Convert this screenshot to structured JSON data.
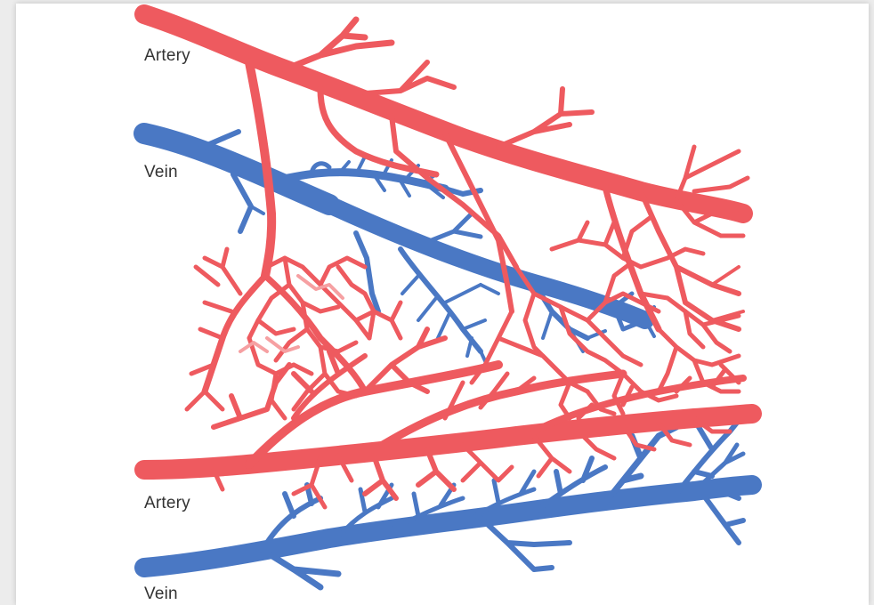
{
  "labels": {
    "artery_top": "Artery",
    "vein_top": "Vein",
    "artery_bottom": "Artery",
    "vein_bottom": "Vein"
  },
  "colors": {
    "artery": "#ee5a5f",
    "artery_light": "#f6a0a2",
    "vein": "#4a78c4",
    "label_text": "#333333",
    "background": "#ffffff"
  }
}
